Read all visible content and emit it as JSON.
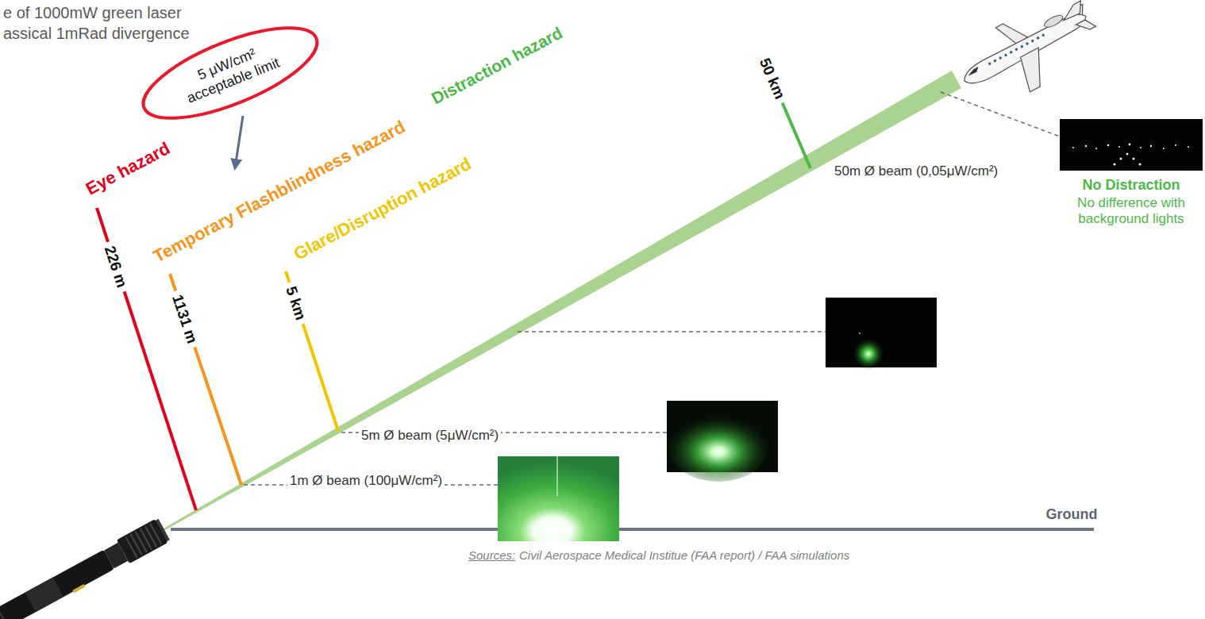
{
  "diagram": {
    "nodes": [
      {
        "text": [
          "5 μW/cm² acceptable limit"
        ]
      }
    ],
    "labels": [
      "e of 1000mW green laser",
      "assical 1mRad divergence",
      "Distraction hazard",
      "50 km",
      "Eye hazard",
      "Temporary Flashblindness hazard",
      "Glare/Disruption hazard",
      "5 km",
      "1131 m",
      "226 m",
      "50m Ø beam (0,05μW/cm²)",
      "No Distraction",
      "No difference with background lights",
      "5m Ø beam (5μW/cm²)",
      "1m Ø beam (100μW/cm²)",
      "Ground",
      "Sources:",
      "Civil Aerospace Medical Institue (FAA report) / FAA simulations"
    ]
  }
}
